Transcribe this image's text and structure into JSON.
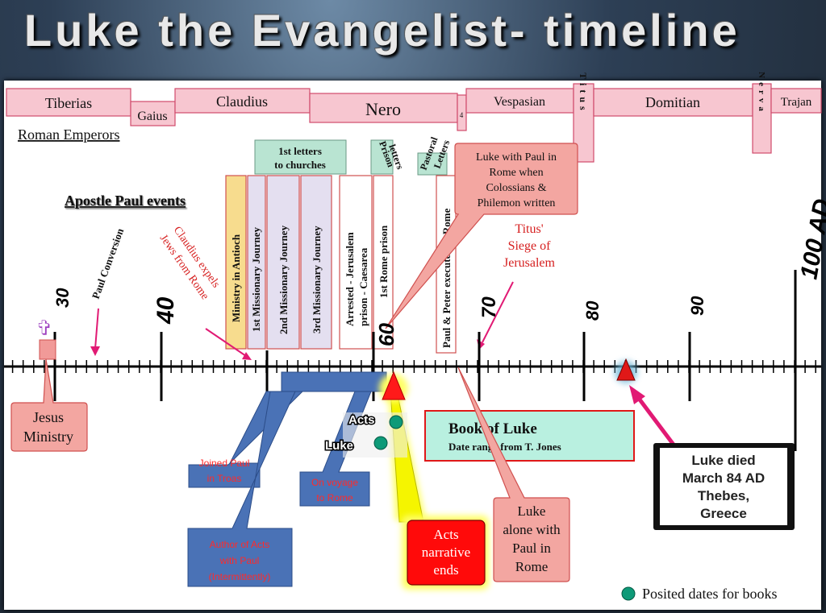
{
  "title": "Luke the Evangelist- timeline",
  "emperors_label": "Roman Emperors",
  "emperors": [
    {
      "name": "Tiberias"
    },
    {
      "name": "Gaius"
    },
    {
      "name": "Claudius"
    },
    {
      "name": "Nero"
    },
    {
      "name": "4"
    },
    {
      "name": "Vespasian"
    },
    {
      "name": "Titus"
    },
    {
      "name": "Domitian"
    },
    {
      "name": "Nerva"
    },
    {
      "name": "Trajan"
    }
  ],
  "paul_events_label": "Apostle Paul events",
  "paul_conversion": "Paul Conversion",
  "claudius_expels": [
    "Claudius expels",
    "Jews from Rome"
  ],
  "letters": {
    "first_letters": [
      "1st letters",
      "to churches"
    ],
    "prison": [
      "Prison",
      "letters"
    ],
    "pastoral": [
      "Pastoral",
      "Letters"
    ]
  },
  "events": [
    "Ministry in Antioch",
    "1st Missionary Journey",
    "2nd  Missionary Journey",
    "3rd Missionary Journey",
    "Arrested - Jerusalem",
    "prison - Caesarea",
    "1st Rome   prison",
    "Paul & Peter executed in Rome"
  ],
  "decades": [
    "30",
    "40",
    "60",
    "70",
    "80",
    "90",
    "100 AD"
  ],
  "luke_colossians": [
    "Luke with Paul in",
    "Rome when",
    "Colossians &",
    "Philemon written"
  ],
  "titus_siege": [
    "Titus'",
    "Siege of",
    "Jerusalem"
  ],
  "jesus_ministry": [
    "Jesus",
    "Ministry"
  ],
  "joined_paul": [
    "Joined Paul",
    "in Troas"
  ],
  "author_acts": [
    "Author of Acts",
    "with Paul",
    "(Intermittently)"
  ],
  "voyage": [
    "On voyage",
    "to Rome"
  ],
  "acts_label": "Acts",
  "luke_label": "Luke",
  "acts_ends": [
    "Acts",
    "narrative",
    "ends"
  ],
  "book_of_luke": {
    "title": "Book of Luke",
    "sub": "Date range from T. Jones"
  },
  "luke_alone": [
    "Luke",
    "alone with",
    "Paul in",
    "Rome"
  ],
  "luke_died": [
    "Luke died",
    "March 84 AD",
    "Thebes,",
    "Greece"
  ],
  "legend": "Posited dates for books"
}
